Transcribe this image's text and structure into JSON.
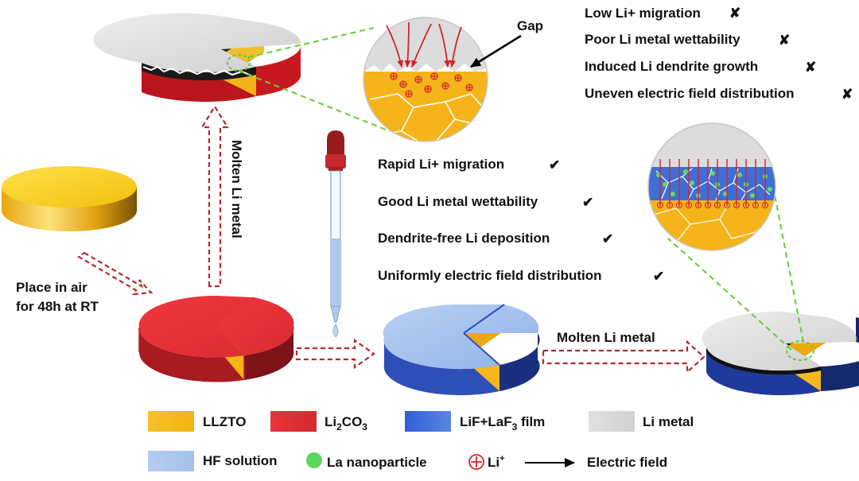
{
  "colors": {
    "llzto": "#F5BE1E",
    "llzto_dark": "#D79A0A",
    "li2co3": "#E8333A",
    "li2co3_dark": "#A51C20",
    "lif_film": "#3F6FD6",
    "lif_dark": "#1E3A9A",
    "li_metal": "#DCDCDC",
    "hf_solution": "#AFC9EE",
    "la_particle": "#5CD65C",
    "arrow_dash": "#B22A2A",
    "zoom_line": "#66CC33",
    "field": "#D4242A"
  },
  "labels": {
    "gap": "Gap",
    "molten_vertical": "Molten Li metal",
    "molten_horizontal": "Molten Li metal",
    "place_line1": "Place in air",
    "place_line2": "for 48h at RT"
  },
  "bad_properties": [
    {
      "text": "Low Li+ migration",
      "mark": "✘"
    },
    {
      "text": "Poor Li metal wettability",
      "mark": "✘"
    },
    {
      "text": "Induced Li dendrite growth",
      "mark": "✘"
    },
    {
      "text": "Uneven electric field distribution",
      "mark": "✘"
    }
  ],
  "good_properties": [
    {
      "text": "Rapid Li+ migration",
      "mark": "✔"
    },
    {
      "text": "Good Li metal wettability",
      "mark": "✔"
    },
    {
      "text": "Dendrite-free Li deposition",
      "mark": "✔"
    },
    {
      "text": "Uniformly electric field distribution",
      "mark": "✔"
    }
  ],
  "legend": {
    "llzto": "LLZTO",
    "li2co3_base": "Li",
    "li2co3_sub1": "2",
    "li2co3_mid": "CO",
    "li2co3_sub2": "3",
    "lif_base": "LiF+LaF",
    "lif_sub": "3",
    "lif_tail": " film",
    "li_metal": "Li metal",
    "hf": "HF solution",
    "la": "La nanoparticle",
    "li_ion_base": "Li",
    "li_ion_sup": "+",
    "field": "Electric field"
  }
}
